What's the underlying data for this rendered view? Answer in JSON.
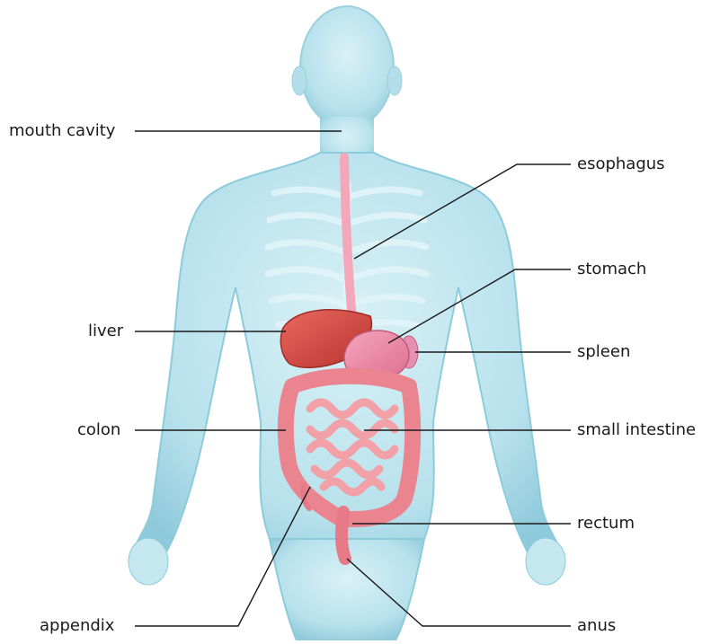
{
  "labels": {
    "mouth_cavity": "mouth cavity",
    "liver": "liver",
    "colon": "colon",
    "appendix": "appendix",
    "esophagus": "esophagus",
    "stomach": "stomach",
    "spleen": "spleen",
    "small_intestine": "small intestine",
    "rectum": "rectum",
    "anus": "anus"
  },
  "colors": {
    "body_fill": "#bfe6ef",
    "body_edge": "#8ccbdb",
    "liver": "#d9504a",
    "stomach": "#ef86a3",
    "spleen": "#e68fb0",
    "intestine": "#f08f98",
    "esophagus": "#f3a7b8",
    "leader_line": "#1a1a1a"
  }
}
